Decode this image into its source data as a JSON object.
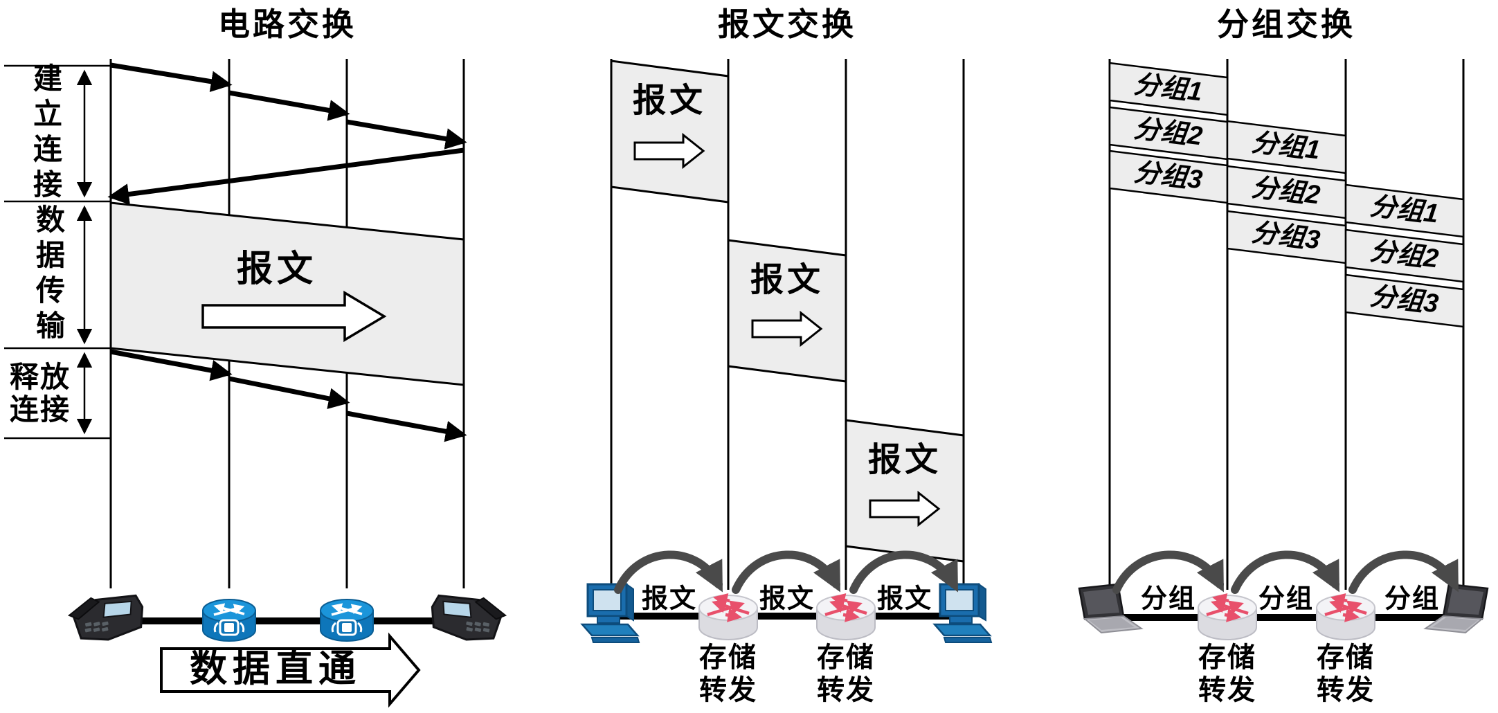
{
  "circuit": {
    "title": "电路交换",
    "phase_setup": "建立连接",
    "phase_data": "数据传输",
    "phase_release": "释放连接",
    "message_label": "报文",
    "direct_caption": "数据直通"
  },
  "message": {
    "title": "报文交换",
    "box_labels": [
      "报文",
      "报文",
      "报文"
    ],
    "hop_labels": [
      "报文",
      "报文",
      "报文"
    ],
    "store_forward": "存储\n转发"
  },
  "packet": {
    "title": "分组交换",
    "segments": [
      [
        "分组1",
        "分组2",
        "分组3"
      ],
      [
        "分组1",
        "分组2",
        "分组3"
      ],
      [
        "分组1",
        "分组2",
        "分组3"
      ]
    ],
    "hop_labels": [
      "分组",
      "分组",
      "分组"
    ],
    "store_forward": "存储\n转发"
  },
  "colors": {
    "box_fill": "#ededed",
    "stroke": "#000000",
    "arc_arrow": "#4a4a4a",
    "switch_blue": "#1583c7",
    "router_arrow_pink": "#e8506b"
  },
  "icons": {
    "circuit_endpoint": "telephone",
    "circuit_node": "circuit-switch",
    "message_endpoint": "desktop-computer",
    "store_forward_node": "router",
    "packet_endpoint": "laptop"
  }
}
